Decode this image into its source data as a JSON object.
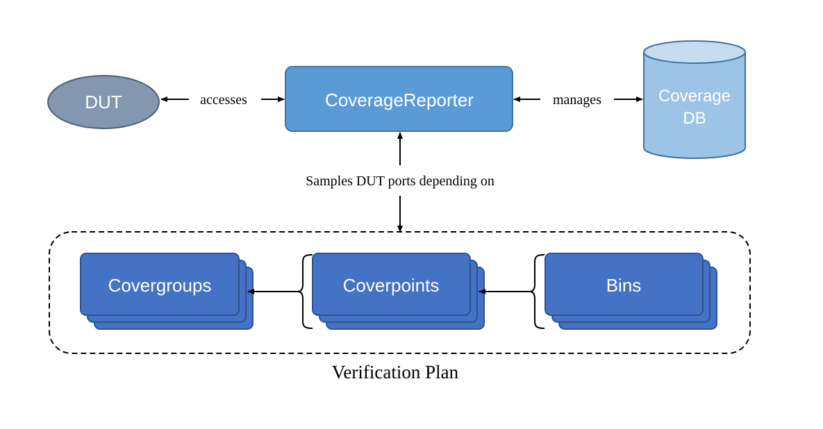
{
  "nodes": {
    "dut": {
      "label": "DUT"
    },
    "reporter": {
      "label": "CoverageReporter"
    },
    "db": {
      "label_line1": "Coverage",
      "label_line2": "DB"
    },
    "covergroups": {
      "label": "Covergroups"
    },
    "coverpoints": {
      "label": "Coverpoints"
    },
    "bins": {
      "label": "Bins"
    }
  },
  "edges": {
    "accesses": "accesses",
    "manages": "manages",
    "samples": "Samples DUT ports depending on"
  },
  "group": {
    "label": "Verification Plan"
  },
  "colors": {
    "dut_fill": "#8497b0",
    "dut_stroke": "#4a5f7a",
    "reporter_fill": "#5b9bd5",
    "reporter_stroke": "#41719c",
    "db_fill": "#9dc3e6",
    "db_top": "#c5dcf1",
    "db_stroke": "#41719c",
    "stack_fill": "#4472c4",
    "stack_stroke": "#2f528f"
  }
}
